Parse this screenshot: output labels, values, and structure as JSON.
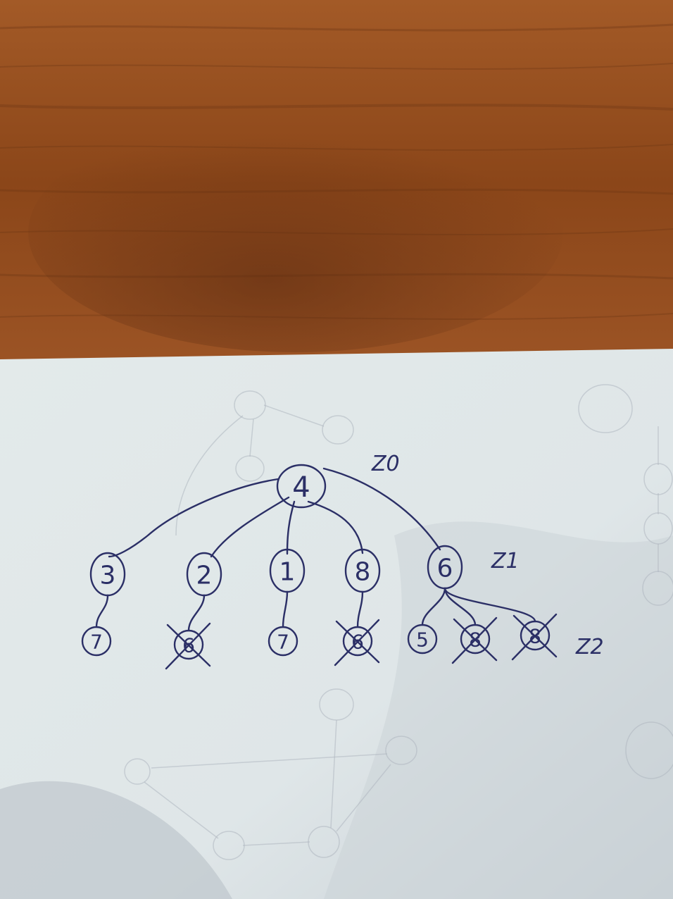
{
  "colors": {
    "wood": "#8f4a1e",
    "paper": "#e6ece9",
    "ink": "#2b2f66",
    "shadow": "#c9d1d3"
  },
  "tree": {
    "root": {
      "label": "4",
      "level_label": "Z0"
    },
    "level1": [
      {
        "label": "3"
      },
      {
        "label": "2"
      },
      {
        "label": "1"
      },
      {
        "label": "8"
      },
      {
        "label": "6",
        "level_label": "Z1"
      }
    ],
    "level2": [
      {
        "label": "7",
        "parent": 0,
        "crossed": false
      },
      {
        "label": "6",
        "parent": 1,
        "crossed": true
      },
      {
        "label": "7",
        "parent": 2,
        "crossed": false
      },
      {
        "label": "6",
        "parent": 3,
        "crossed": true
      },
      {
        "label": "5",
        "parent": 4,
        "crossed": false
      },
      {
        "label": "8",
        "parent": 4,
        "crossed": true
      },
      {
        "label": "8",
        "parent": 4,
        "crossed": true
      }
    ],
    "level2_label": "Z2"
  }
}
